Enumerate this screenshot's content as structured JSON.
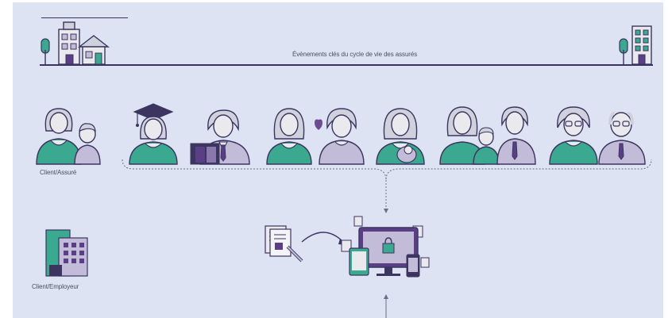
{
  "header": {
    "title": "Évènements clés du cycle de vie des assurés"
  },
  "actors": {
    "insured_label": "Client/Assuré",
    "employer_label": "Client/Employeur"
  },
  "life_events": [
    {
      "id": "graduation"
    },
    {
      "id": "first-job"
    },
    {
      "id": "couple"
    },
    {
      "id": "birth"
    },
    {
      "id": "family"
    },
    {
      "id": "retirement"
    }
  ],
  "colors": {
    "background": "#dde3f2",
    "outline": "#3b3560",
    "hair": "#cfd2dc",
    "skin": "#e9e9ee",
    "green_shirt": "#3aa98f",
    "purple_shirt": "#c3bcd8",
    "dark_purple": "#5a3f86",
    "heart": "#6d4b91"
  }
}
